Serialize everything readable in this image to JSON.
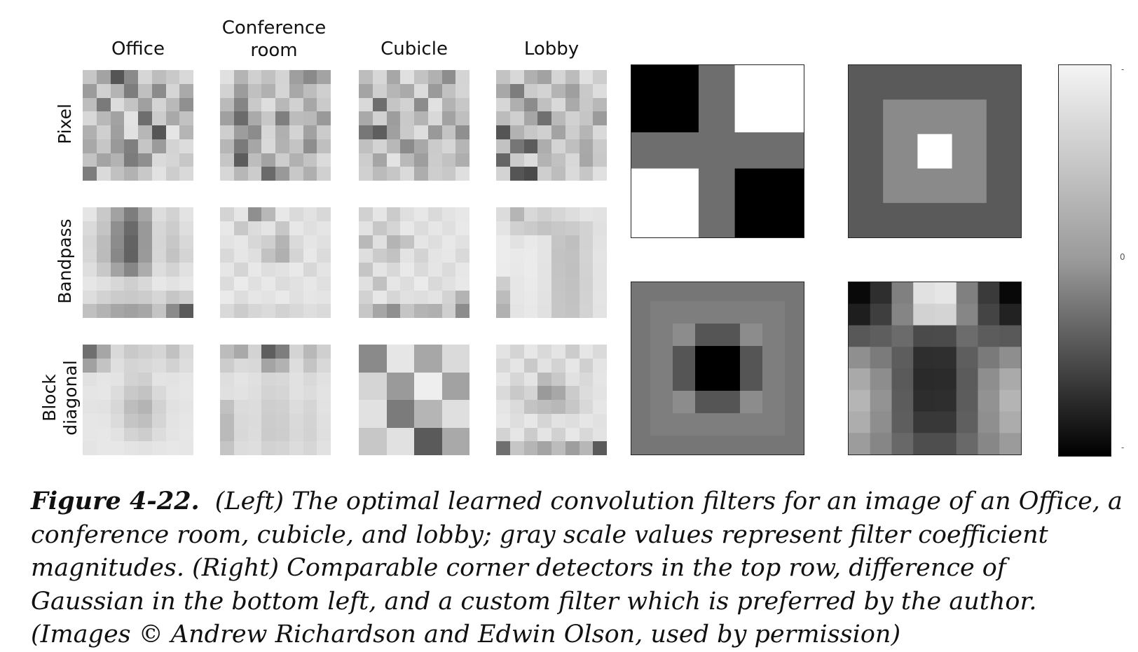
{
  "columns": [
    "Office",
    "Conference room",
    "Cubicle",
    "Lobby"
  ],
  "rows": [
    "Pixel",
    "Bandpass",
    "Block diagonal"
  ],
  "filters": [
    [
      [
        "#c6c6c6",
        "#a3a3a3",
        "#555555",
        "#8a8a8a",
        "#d6d6d6",
        "#bdbdbd",
        "#c9c9c9",
        "#d9d9d9",
        "#9c9c9c",
        "#d0d0d0",
        "#b4b4b4",
        "#7d7d7d",
        "#c0c0c0",
        "#8b8b8b",
        "#d5d5d5",
        "#aaaaaa",
        "#bdbdbd",
        "#7a7a7a",
        "#dcdcdc",
        "#c4c4c4",
        "#a0a0a0",
        "#d4d4d4",
        "#b9b9b9",
        "#909090",
        "#d8d8d8",
        "#b8b8b8",
        "#a2a2a2",
        "#e3e3e3",
        "#6e6e6e",
        "#cccccc",
        "#a9a9a9",
        "#c2c2c2",
        "#b0b0b0",
        "#cfcfcf",
        "#9f9f9f",
        "#e1e1e1",
        "#b7b7b7",
        "#555555",
        "#e5e5e5",
        "#b5b5b5",
        "#a8a8a8",
        "#c6c6c6",
        "#999999",
        "#7f7f7f",
        "#c5c5c5",
        "#9b9b9b",
        "#d3d3d3",
        "#dcdcdc",
        "#c3c3c3",
        "#a4a4a4",
        "#b3b3b3",
        "#7c7c7c",
        "#8f8f8f",
        "#dadada",
        "#d5d5d5",
        "#c7c7c7",
        "#7d7d7d",
        "#dadada",
        "#c1c1c1",
        "#b2b2b2",
        "#c8c8c8",
        "#e2e2e2",
        "#cdcdcd",
        "#d9d9d9"
      ],
      [
        "#e0e0e0",
        "#b4b4b4",
        "#d0d0d0",
        "#c1c1c1",
        "#d4d4d4",
        "#9f9f9f",
        "#8a8a8a",
        "#a3a3a3",
        "#d2d2d2",
        "#9c9c9c",
        "#c0c0c0",
        "#b1b1b1",
        "#d5d5d5",
        "#a8a8a8",
        "#bdbdbd",
        "#cfcfcf",
        "#bababa",
        "#858585",
        "#c9c9c9",
        "#dedede",
        "#b8b8b8",
        "#d1d1d1",
        "#a7a7a7",
        "#cacaca",
        "#a0a0a0",
        "#6b6b6b",
        "#aaaaaa",
        "#c7c7c7",
        "#7f7f7f",
        "#bcbcbc",
        "#b9b9b9",
        "#999999",
        "#cecece",
        "#9d9d9d",
        "#8c8c8c",
        "#d6d6d6",
        "#b0b0b0",
        "#d3d3d3",
        "#a1a1a1",
        "#cbcbcb",
        "#b6b6b6",
        "#7a7a7a",
        "#a6a6a6",
        "#d9d9d9",
        "#b2b2b2",
        "#c4c4c4",
        "#8e8e8e",
        "#bfbfbf",
        "#c6c6c6",
        "#5c5c5c",
        "#bdbdbd",
        "#a3a3a3",
        "#cdcdcd",
        "#b1b1b1",
        "#c3c3c3",
        "#dbdbdb",
        "#d7d7d7",
        "#b7b7b7",
        "#cccccc",
        "#6a6a6a",
        "#999999",
        "#c8c8c8",
        "#afafaf",
        "#d0d0d0"
      ],
      [
        "#bdbdbd",
        "#d7d7d7",
        "#a7a7a7",
        "#e0e0e0",
        "#c3c3c3",
        "#b1b1b1",
        "#8d8d8d",
        "#d4d4d4",
        "#a4a4a4",
        "#cfcfcf",
        "#b6b6b6",
        "#aaaaaa",
        "#dcdcdc",
        "#9a9a9a",
        "#c1c1c1",
        "#d5d5d5",
        "#d9d9d9",
        "#6e6e6e",
        "#c5c5c5",
        "#d2d2d2",
        "#8c8c8c",
        "#e1e1e1",
        "#b3b3b3",
        "#c7c7c7",
        "#a9a9a9",
        "#d1d1d1",
        "#9d9d9d",
        "#c9c9c9",
        "#b4b4b4",
        "#d8d8d8",
        "#a2a2a2",
        "#bfbfbf",
        "#777777",
        "#5e5e5e",
        "#a0a0a0",
        "#cacaca",
        "#dedede",
        "#999999",
        "#c4c4c4",
        "#8f8f8f",
        "#c0c0c0",
        "#d3d3d3",
        "#b8b8b8",
        "#8b8b8b",
        "#a8a8a8",
        "#cbcbcb",
        "#d6d6d6",
        "#b5b5b5",
        "#cdcdcd",
        "#a5a5a5",
        "#e3e3e3",
        "#b9b9b9",
        "#9e9e9e",
        "#cccccc",
        "#c2c2c2",
        "#aeaeae",
        "#d0d0d0",
        "#bbbbbb",
        "#c6c6c6",
        "#dadada",
        "#adadad",
        "#cecece",
        "#c8c8c8",
        "#dfdfdf"
      ],
      [
        "#c3c3c3",
        "#d8d8d8",
        "#b0b0b0",
        "#a2a2a2",
        "#d4d4d4",
        "#bcbcbc",
        "#e0e0e0",
        "#cdcdcd",
        "#a8a8a8",
        "#7d7d7d",
        "#cbcbcb",
        "#d3d3d3",
        "#b4b4b4",
        "#9f9f9f",
        "#c9c9c9",
        "#dddddd",
        "#d6d6d6",
        "#afafaf",
        "#8c8c8c",
        "#c0c0c0",
        "#d9d9d9",
        "#aaaaaa",
        "#c8c8c8",
        "#b8b8b8",
        "#bcbcbc",
        "#cfcfcf",
        "#a6a6a6",
        "#707070",
        "#b9b9b9",
        "#d1d1d1",
        "#c5c5c5",
        "#9b9b9b",
        "#555555",
        "#b2b2b2",
        "#c7c7c7",
        "#d0d0d0",
        "#a3a3a3",
        "#cdcdcd",
        "#b5b5b5",
        "#d9d9d9",
        "#c2c2c2",
        "#767676",
        "#5c5c5c",
        "#adadad",
        "#d4d4d4",
        "#bfbfbf",
        "#a9a9a9",
        "#cacaca",
        "#666666",
        "#cbcbcb",
        "#dcdcdc",
        "#b3b3b3",
        "#c1c1c1",
        "#d8d8d8",
        "#a7a7a7",
        "#c8c8c8",
        "#d3d3d3",
        "#555555",
        "#4a4a4a",
        "#cecece",
        "#bdbdbd",
        "#dadada",
        "#c6c6c6",
        "#e0e0e0"
      ]
    ],
    [
      [
        "#e5e5e5",
        "#c9c9c9",
        "#a2a2a2",
        "#7d7d7d",
        "#a6a6a6",
        "#dddddd",
        "#d2d2d2",
        "#e3e3e3",
        "#dadada",
        "#c4c4c4",
        "#8f8f8f",
        "#6a6a6a",
        "#999999",
        "#d6d6d6",
        "#cccccc",
        "#dedede",
        "#d5d5d5",
        "#bcbcbc",
        "#8c8c8c",
        "#636363",
        "#999999",
        "#d5d5d5",
        "#c7c7c7",
        "#d8d8d8",
        "#d7d7d7",
        "#bbbbbb",
        "#888888",
        "#626262",
        "#9a9a9a",
        "#d6d6d6",
        "#c3c3c3",
        "#d4d4d4",
        "#dedede",
        "#c8c8c8",
        "#a3a3a3",
        "#868686",
        "#acacac",
        "#dddddd",
        "#d3d3d3",
        "#e1e1e1",
        "#e6e6e6",
        "#e0e0e0",
        "#d7d7d7",
        "#cfcfcf",
        "#d8d8d8",
        "#e7e7e7",
        "#e2e2e2",
        "#e7e7e7",
        "#dddddd",
        "#d2d2d2",
        "#cbcbcb",
        "#c9c9c9",
        "#cccccc",
        "#d6d6d6",
        "#c6c6c6",
        "#cfcfcf",
        "#c0c0c0",
        "#b3b3b3",
        "#a6a6a6",
        "#a1a1a1",
        "#a7a7a7",
        "#c4c4c4",
        "#8b8b8b",
        "#5a5a5a"
      ],
      [
        "#d4d4d4",
        "#e6e6e6",
        "#8f8f8f",
        "#b8b8b8",
        "#e8e8e8",
        "#dadada",
        "#e2e2e2",
        "#d8d8d8",
        "#e8e8e8",
        "#c8c8c8",
        "#dcdcdc",
        "#e4e4e4",
        "#c7c7c7",
        "#e7e7e7",
        "#dfdfdf",
        "#e5e5e5",
        "#e3e3e3",
        "#e7e7e7",
        "#d7d7d7",
        "#cfcfcf",
        "#b4b4b4",
        "#dadada",
        "#e5e5e5",
        "#e0e0e0",
        "#d9d9d9",
        "#e6e6e6",
        "#dfdfdf",
        "#c2c2c2",
        "#b0b0b0",
        "#d4d4d4",
        "#e8e8e8",
        "#dbdbdb",
        "#e6e6e6",
        "#d5d5d5",
        "#e8e8e8",
        "#dedede",
        "#e2e2e2",
        "#e9e9e9",
        "#d7d7d7",
        "#e4e4e4",
        "#dcdcdc",
        "#ebebeb",
        "#e0e0e0",
        "#e8e8e8",
        "#dcdcdc",
        "#e1e1e1",
        "#e7e7e7",
        "#e0e0e0",
        "#eaeaea",
        "#dddddd",
        "#e6e6e6",
        "#e3e3e3",
        "#e9e9e9",
        "#e0e0e0",
        "#e6e6e6",
        "#e4e4e4",
        "#d9d9d9",
        "#cccccc",
        "#d6d6d6",
        "#dbdbdb",
        "#d2d2d2",
        "#d8d8d8",
        "#dedede",
        "#dadada"
      ],
      [
        "#d1d1d1",
        "#e5e5e5",
        "#cbcbcb",
        "#dfdfdf",
        "#e7e7e7",
        "#dadada",
        "#e3e3e3",
        "#e7e7e7",
        "#e2e2e2",
        "#c7c7c7",
        "#d5d5d5",
        "#e8e8e8",
        "#dcdcdc",
        "#e6e6e6",
        "#dfdfdf",
        "#e9e9e9",
        "#b9b9b9",
        "#e0e0e0",
        "#b4b4b4",
        "#c3c3c3",
        "#e5e5e5",
        "#dedede",
        "#e8e8e8",
        "#e1e1e1",
        "#dedede",
        "#cbcbcb",
        "#c2c2c2",
        "#e3e3e3",
        "#d3d3d3",
        "#e4e4e4",
        "#e7e7e7",
        "#d9d9d9",
        "#c5c5c5",
        "#e4e4e4",
        "#d8d8d8",
        "#e9e9e9",
        "#dadada",
        "#e5e5e5",
        "#dbdbdb",
        "#e7e7e7",
        "#e0e0e0",
        "#c1c1c1",
        "#e6e6e6",
        "#dddddd",
        "#ebebeb",
        "#d9d9d9",
        "#e1e1e1",
        "#e8e8e8",
        "#d2d2d2",
        "#e7e7e7",
        "#d6d6d6",
        "#e1e1e1",
        "#dedede",
        "#e3e3e3",
        "#d3d3d3",
        "#b3b3b3",
        "#c7c7c7",
        "#a6a6a6",
        "#8f8f8f",
        "#c5c5c5",
        "#b4b4b4",
        "#b0b0b0",
        "#cfcfcf",
        "#8c8c8c"
      ],
      [
        "#dcdcdc",
        "#b5b5b5",
        "#d8d8d8",
        "#cfcfcf",
        "#d6d6d6",
        "#dddddd",
        "#e4e4e4",
        "#e2e2e2",
        "#e4e4e4",
        "#d0d0d0",
        "#cacaca",
        "#c3c3c3",
        "#c8c8c8",
        "#cbcbcb",
        "#d2d2d2",
        "#e0e0e0",
        "#ececec",
        "#e2e2e2",
        "#e9e9e9",
        "#e4e4e4",
        "#c5c5c5",
        "#bfbfbf",
        "#d2d2d2",
        "#e2e2e2",
        "#ececec",
        "#e9e9e9",
        "#ebebeb",
        "#e4e4e4",
        "#c3c3c3",
        "#c1c1c1",
        "#d3d3d3",
        "#e4e4e4",
        "#ebebeb",
        "#e8e8e8",
        "#ebebeb",
        "#e3e3e3",
        "#c4c4c4",
        "#c0c0c0",
        "#d2d2d2",
        "#e3e3e3",
        "#cdcdcd",
        "#e6e6e6",
        "#eaeaea",
        "#e3e3e3",
        "#c5c5c5",
        "#c1c1c1",
        "#d1d1d1",
        "#e3e3e3",
        "#bcbcbc",
        "#e6e6e6",
        "#e9e9e9",
        "#e2e2e2",
        "#c6c6c6",
        "#c2c2c2",
        "#d2d2d2",
        "#e4e4e4",
        "#b1b1b1",
        "#e4e4e4",
        "#e8e8e8",
        "#e1e1e1",
        "#c6c6c6",
        "#c3c3c3",
        "#d3d3d3",
        "#e3e3e3"
      ]
    ],
    [
      [
        "#6f6f6f",
        "#a6a6a6",
        "#d9d9d9",
        "#c9c9c9",
        "#cfcfcf",
        "#d5d5d5",
        "#c1c1c1",
        "#d9d9d9",
        "#a1a1a1",
        "#c3c3c3",
        "#dfdfdf",
        "#d4d4d4",
        "#d7d7d7",
        "#dcdcdc",
        "#d2d2d2",
        "#dddddd",
        "#e1e1e1",
        "#e5e5e5",
        "#e3e3e3",
        "#d3d3d3",
        "#cfcfcf",
        "#e3e3e3",
        "#e2e2e2",
        "#e5e5e5",
        "#e5e5e5",
        "#e6e6e6",
        "#dcdcdc",
        "#c9c9c9",
        "#c3c3c3",
        "#d9d9d9",
        "#e4e4e4",
        "#e6e6e6",
        "#e3e3e3",
        "#e2e2e2",
        "#d7d7d7",
        "#bdbdbd",
        "#b4b4b4",
        "#d2d2d2",
        "#e1e1e1",
        "#e4e4e4",
        "#e6e6e6",
        "#e5e5e5",
        "#dbdbdb",
        "#c5c5c5",
        "#bfbfbf",
        "#d5d5d5",
        "#e3e3e3",
        "#e6e6e6",
        "#e6e6e6",
        "#e7e7e7",
        "#e2e2e2",
        "#d3d3d3",
        "#cdcdcd",
        "#dcdcdc",
        "#e4e4e4",
        "#e7e7e7",
        "#e4e4e4",
        "#e7e7e7",
        "#e7e7e7",
        "#e4e4e4",
        "#e2e2e2",
        "#e5e5e5",
        "#e7e7e7",
        "#e6e6e6"
      ],
      [
        "#bcbcbc",
        "#a9a9a9",
        "#d3d3d3",
        "#5e5e5e",
        "#7e7e7e",
        "#d4d4d4",
        "#b8b8b8",
        "#cfcfcf",
        "#cccccc",
        "#dadada",
        "#d8d8d8",
        "#a4a4a4",
        "#b2b2b2",
        "#dddddd",
        "#c4c4c4",
        "#d8d8d8",
        "#dedede",
        "#e4e4e4",
        "#e0e0e0",
        "#d6d6d6",
        "#d8d8d8",
        "#e1e1e1",
        "#d9d9d9",
        "#e1e1e1",
        "#e0e0e0",
        "#e2e2e2",
        "#dedede",
        "#d3d3d3",
        "#d5d5d5",
        "#e1e1e1",
        "#dcdcdc",
        "#e3e3e3",
        "#c1c1c1",
        "#dbdbdb",
        "#dcdcdc",
        "#cecece",
        "#d0d0d0",
        "#dcdcdc",
        "#d5d5d5",
        "#e2e2e2",
        "#bababa",
        "#d9d9d9",
        "#dbdbdb",
        "#cccccc",
        "#cecece",
        "#d9d9d9",
        "#d3d3d3",
        "#e0e0e0",
        "#bababa",
        "#d8d8d8",
        "#dcdcdc",
        "#cbcbcb",
        "#cdcdcd",
        "#d8d8d8",
        "#d2d2d2",
        "#dfdfdf",
        "#c5c5c5",
        "#dcdcdc",
        "#dedede",
        "#d2d2d2",
        "#d4d4d4",
        "#dcdcdc",
        "#d6d6d6",
        "#e1e1e1"
      ],
      [
        "#8a8a8a",
        "#8a8a8a",
        "#e6e6e6",
        "#e6e6e6",
        "#a7a7a7",
        "#a7a7a7",
        "#dadada",
        "#dadada",
        "#8a8a8a",
        "#8a8a8a",
        "#e6e6e6",
        "#e6e6e6",
        "#a7a7a7",
        "#a7a7a7",
        "#dadada",
        "#dadada",
        "#d5d5d5",
        "#d5d5d5",
        "#9a9a9a",
        "#9a9a9a",
        "#eeeeee",
        "#eeeeee",
        "#a2a2a2",
        "#a2a2a2",
        "#d5d5d5",
        "#d5d5d5",
        "#9a9a9a",
        "#9a9a9a",
        "#eeeeee",
        "#eeeeee",
        "#a2a2a2",
        "#a2a2a2",
        "#e1e1e1",
        "#e1e1e1",
        "#7b7b7b",
        "#7b7b7b",
        "#b5b5b5",
        "#b5b5b5",
        "#dfdfdf",
        "#dfdfdf",
        "#e1e1e1",
        "#e1e1e1",
        "#7b7b7b",
        "#7b7b7b",
        "#b5b5b5",
        "#b5b5b5",
        "#dfdfdf",
        "#dfdfdf",
        "#c7c7c7",
        "#c7c7c7",
        "#e1e1e1",
        "#e1e1e1",
        "#5a5a5a",
        "#5a5a5a",
        "#a9a9a9",
        "#a9a9a9",
        "#c7c7c7",
        "#c7c7c7",
        "#e1e1e1",
        "#e1e1e1",
        "#5a5a5a",
        "#5a5a5a",
        "#a9a9a9",
        "#a9a9a9"
      ],
      [
        "#e3e3e3",
        "#d4d4d4",
        "#e7e7e7",
        "#d9d9d9",
        "#e4e4e4",
        "#cccccc",
        "#e6e6e6",
        "#dadada",
        "#d8d8d8",
        "#e5e5e5",
        "#c9c9c9",
        "#e2e2e2",
        "#d3d3d3",
        "#e6e6e6",
        "#d0d0d0",
        "#e4e4e4",
        "#e6e6e6",
        "#d6d6d6",
        "#e4e4e4",
        "#b9b9b9",
        "#c8c8c8",
        "#e1e1e1",
        "#d9d9d9",
        "#e5e5e5",
        "#dadada",
        "#c9c9c9",
        "#d4d4d4",
        "#9a9a9a",
        "#a7a7a7",
        "#cbcbcb",
        "#dcdcdc",
        "#e3e3e3",
        "#e5e5e5",
        "#dbdbdb",
        "#c3c3c3",
        "#bdbdbd",
        "#b8b8b8",
        "#c7c7c7",
        "#d8d8d8",
        "#e6e6e6",
        "#e8e8e8",
        "#dedede",
        "#e7e7e7",
        "#d5d5d5",
        "#e2e2e2",
        "#dedede",
        "#e6e6e6",
        "#e1e1e1",
        "#d3d3d3",
        "#e6e6e6",
        "#cccccc",
        "#e4e4e4",
        "#d1d1d1",
        "#e7e7e7",
        "#d8d8d8",
        "#e3e3e3",
        "#6f6f6f",
        "#c6c6c6",
        "#b5b5b5",
        "#a4a4a4",
        "#bcbcbc",
        "#9e9e9e",
        "#b7b7b7",
        "#5a5a5a"
      ]
    ]
  ],
  "gaussian_levels": [
    "#767676",
    "#7e7e7e",
    "#8c8c8c",
    "#555555",
    "#000000"
  ],
  "custom_filter": [
    [
      "#090909",
      "#2e2e2e",
      "#808080",
      "#e1e1e1",
      "#e6e6e6",
      "#808080",
      "#3a3a3a",
      "#080808"
    ],
    [
      "#1e1e1e",
      "#3e3e3e",
      "#858585",
      "#d2d2d2",
      "#d4d4d4",
      "#868686",
      "#444444",
      "#222222"
    ],
    [
      "#585858",
      "#5e5e5e",
      "#6b6b6b",
      "#4a4a4a",
      "#4b4b4b",
      "#6c6c6c",
      "#5c5c5c",
      "#595959"
    ],
    [
      "#8f8f8f",
      "#7b7b7b",
      "#5d5d5d",
      "#2e2e2e",
      "#2f2f2f",
      "#5e5e5e",
      "#7a7a7a",
      "#8e8e8e"
    ],
    [
      "#a9a9a9",
      "#8d8d8d",
      "#5a5a5a",
      "#2a2a2a",
      "#2b2b2b",
      "#5b5b5b",
      "#8e8e8e",
      "#aaaaaa"
    ],
    [
      "#b5b5b5",
      "#939393",
      "#5c5c5c",
      "#2d2d2d",
      "#2e2e2e",
      "#5c5c5c",
      "#929292",
      "#b4b4b4"
    ],
    [
      "#adadad",
      "#8e8e8e",
      "#5e5e5e",
      "#383838",
      "#383838",
      "#5f5f5f",
      "#8f8f8f",
      "#acacac"
    ],
    [
      "#9c9c9c",
      "#868686",
      "#686868",
      "#4e4e4e",
      "#4e4e4e",
      "#696969",
      "#878787",
      "#9b9b9b"
    ]
  ],
  "colorbar": {
    "top_tick": "-",
    "mid_tick": "0",
    "bottom_tick": "-"
  },
  "caption": {
    "label": "Figure 4-22.",
    "text": "(Left) The optimal learned convolution filters for an image of an Office, a conference room, cubicle, and lobby; gray scale values represent filter coefficient magnitudes. (Right) Comparable corner detectors in the top row, difference of Gaussian in the bottom left, and a custom filter which is preferred by the author. (Images © Andrew Richardson and Edwin Olson, used by permission)"
  }
}
